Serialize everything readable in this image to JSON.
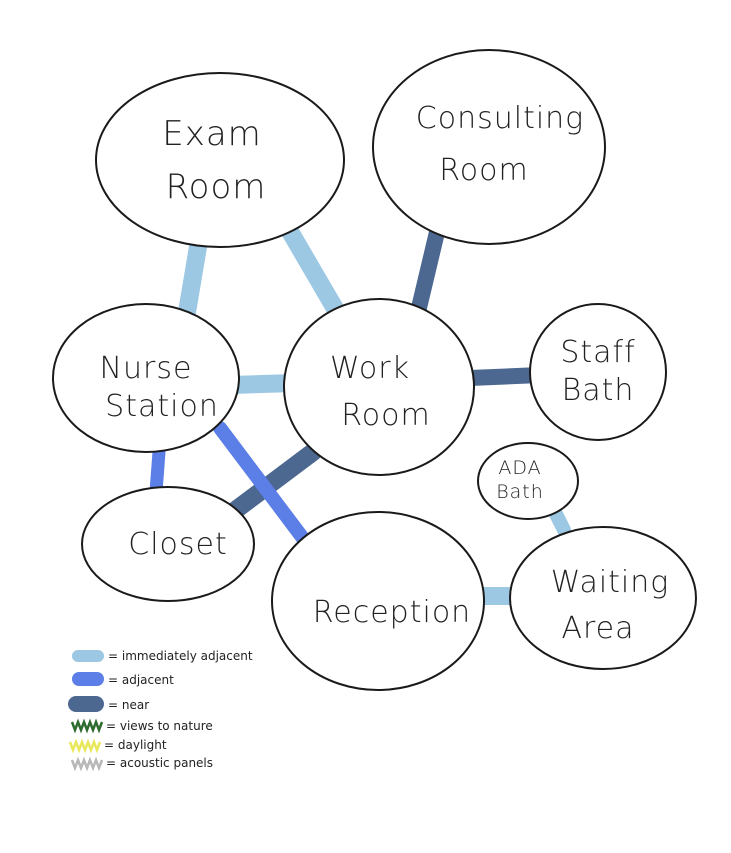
{
  "colors": {
    "immediately_adjacent": "#9cc8e4",
    "adjacent": "#5b7fe6",
    "near": "#4c6890",
    "views_to_nature": "#2e6b2e",
    "daylight": "#e8e85a",
    "acoustic_panels": "#b8b8b8"
  },
  "nodes": {
    "exam": [
      "Exam",
      "Room"
    ],
    "consulting": [
      "Consulting",
      "Room"
    ],
    "nurse": [
      "Nurse",
      "Station"
    ],
    "work": [
      "Work",
      "Room"
    ],
    "staff": [
      "Staff",
      "Bath"
    ],
    "ada": [
      "ADA",
      "Bath"
    ],
    "closet": "Closet",
    "reception": "Reception",
    "waiting": [
      "Waiting",
      "Area"
    ]
  },
  "legend": {
    "immediately_adjacent": "= immediately adjacent",
    "adjacent": "= adjacent",
    "near": "= near",
    "views_to_nature": "= views to nature",
    "daylight": "= daylight",
    "acoustic_panels": "= acoustic panels"
  },
  "links": [
    {
      "from": "exam",
      "to": "nurse",
      "type": "immediately_adjacent"
    },
    {
      "from": "exam",
      "to": "work",
      "type": "immediately_adjacent"
    },
    {
      "from": "consulting",
      "to": "work",
      "type": "near"
    },
    {
      "from": "nurse",
      "to": "work",
      "type": "immediately_adjacent"
    },
    {
      "from": "work",
      "to": "staff",
      "type": "near"
    },
    {
      "from": "nurse",
      "to": "closet",
      "type": "adjacent"
    },
    {
      "from": "nurse",
      "to": "reception",
      "type": "adjacent"
    },
    {
      "from": "work",
      "to": "closet",
      "type": "near"
    },
    {
      "from": "reception",
      "to": "waiting",
      "type": "immediately_adjacent"
    },
    {
      "from": "ada",
      "to": "waiting",
      "type": "immediately_adjacent"
    }
  ]
}
